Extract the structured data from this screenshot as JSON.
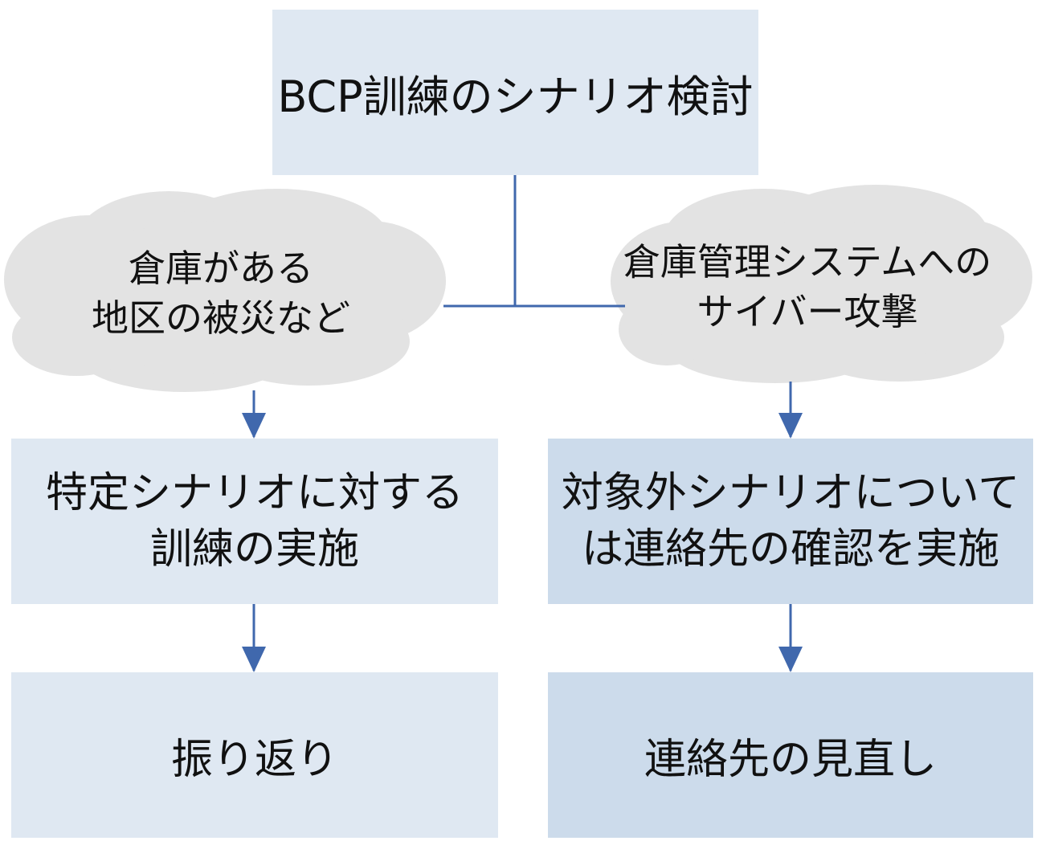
{
  "colors": {
    "light_box": "#dfe8f2",
    "mid_box": "#ccdbeb",
    "cloud": "#e3e3e3",
    "connector": "#4068ad",
    "text": "#111111"
  },
  "top": {
    "label": "BCP訓練のシナリオ検討"
  },
  "left": {
    "cloud_lines": [
      "倉庫がある",
      "地区の被災など"
    ],
    "box1_lines": [
      "特定シナリオに対する",
      "訓練の実施"
    ],
    "box2_label": "振り返り"
  },
  "right": {
    "cloud_lines": [
      "倉庫管理システムへの",
      "サイバー攻撃"
    ],
    "box1_lines": [
      "対象外シナリオについて",
      "は連絡先の確認を実施"
    ],
    "box2_label": "連絡先の見直し"
  }
}
